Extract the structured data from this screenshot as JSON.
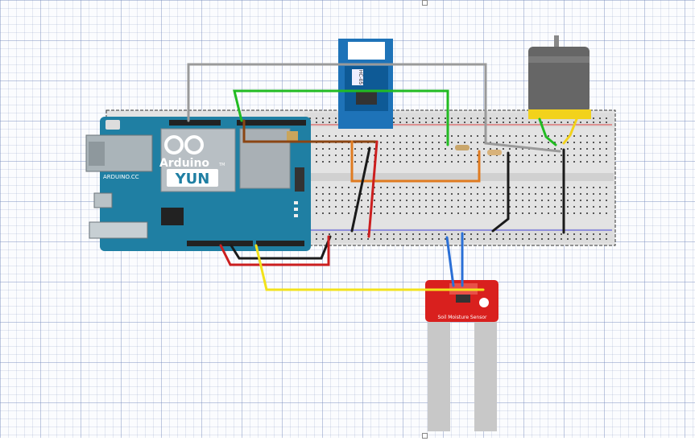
{
  "board": {
    "brand": "Arduino",
    "model": "YUN",
    "tm": "TM",
    "maker": "ARDUINO.CC",
    "colors": {
      "board": "#1f7fa3",
      "chip": "#222222"
    }
  },
  "bluetooth": {
    "label": "HC-05",
    "colors": {
      "pcb": "#1e73b8"
    }
  },
  "sensor": {
    "label": "Soil Moisture Sensor",
    "colors": {
      "pcb": "#d9201e"
    }
  },
  "motor": {
    "colors": {
      "body": "#666666",
      "cap": "#f2d21c"
    }
  },
  "wire_colors": {
    "gray": "#9a9a9a",
    "green": "#22bb22",
    "brown": "#8b4513",
    "orange": "#e07b20",
    "black": "#1a1a1a",
    "red": "#cc1f1f",
    "yellow": "#f2e21c",
    "blue": "#2a6fd6"
  }
}
